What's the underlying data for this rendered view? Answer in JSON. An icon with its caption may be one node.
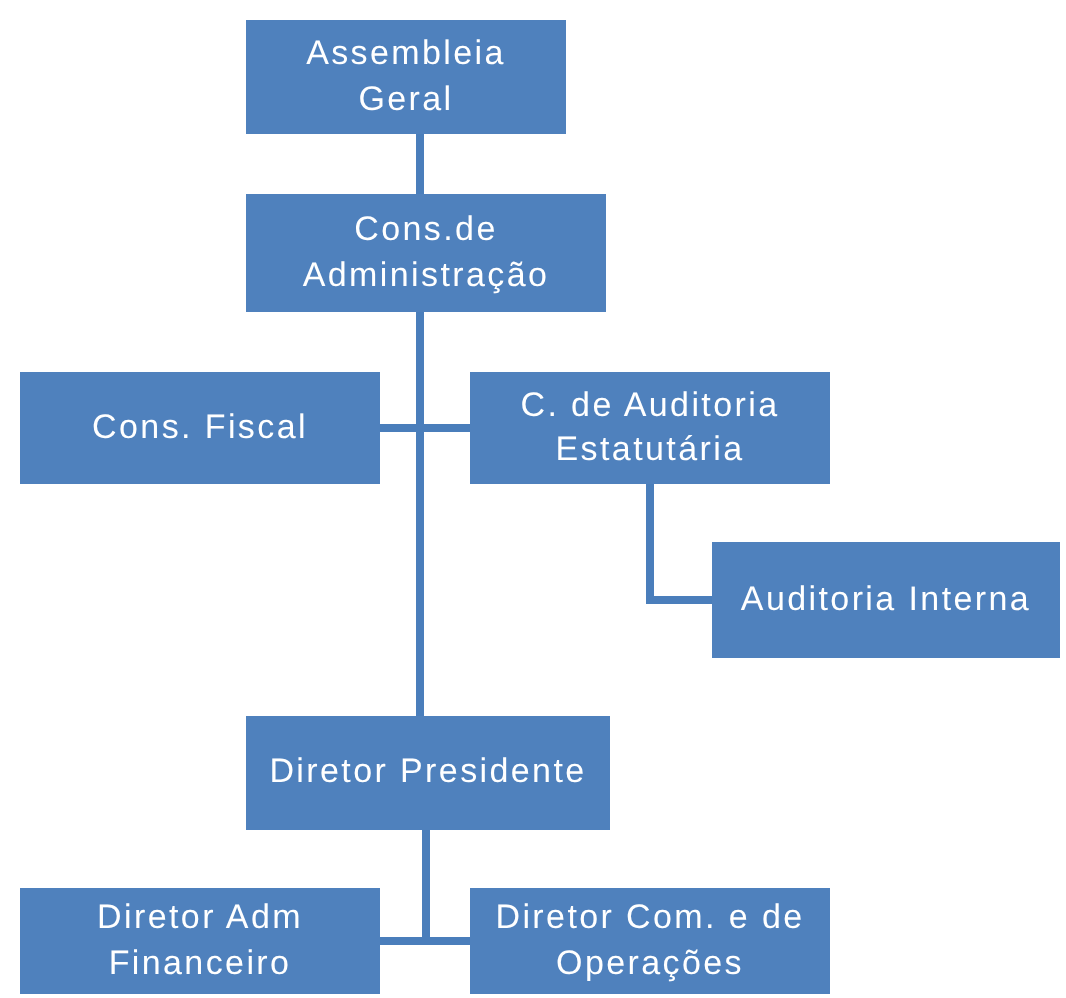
{
  "diagram": {
    "nodes": [
      {
        "text": [
          "Assembleia Geral"
        ]
      },
      {
        "text": [
          "Cons.de Administração"
        ]
      },
      {
        "text": [
          "Cons. Fiscal"
        ]
      },
      {
        "text": [
          "C. de Auditoria Estatutária"
        ]
      },
      {
        "text": [
          "Auditoria Interna"
        ]
      },
      {
        "text": [
          "Diretor Presidente"
        ]
      },
      {
        "text": [
          "Diretor Adm Financeiro"
        ]
      },
      {
        "text": [
          "Diretor Com. e de Operações"
        ]
      }
    ],
    "edges": [
      {
        "from": 0,
        "to": 1,
        "arrow": "none"
      },
      {
        "from": 1,
        "to": 2,
        "arrow": "none"
      },
      {
        "from": 1,
        "to": 3,
        "arrow": "none"
      },
      {
        "from": 1,
        "to": 5,
        "arrow": "none"
      },
      {
        "from": 3,
        "to": 4,
        "arrow": "none"
      },
      {
        "from": 5,
        "to": 6,
        "arrow": "none"
      },
      {
        "from": 5,
        "to": 7,
        "arrow": "none"
      }
    ]
  }
}
